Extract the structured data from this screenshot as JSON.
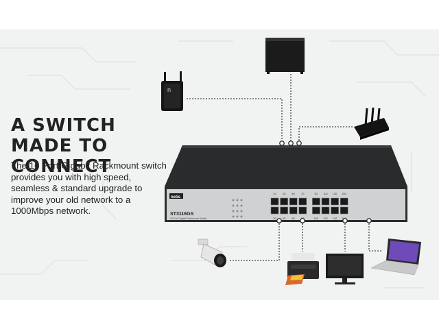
{
  "headline": "A SWITCH MADE TO CONNECT",
  "description": "The 16 Port Gigabit Rackmount switch provides you with high speed, seamless & standard upgrade to improve your old network to a 1000Mbps network.",
  "switch": {
    "brand": "netis",
    "model": "ST3116GS",
    "subtitle": "16 Port Gigabit Rackmount Switch",
    "ports_top": [
      "1G",
      "3G",
      "5G",
      "7G",
      "9G",
      "11G",
      "13G",
      "15G"
    ],
    "ports_bottom": [
      "2G",
      "4G",
      "6G",
      "8G",
      "10G",
      "12G",
      "14G",
      "16G"
    ]
  },
  "devices": {
    "top": [
      "range-extender",
      "subwoofer-speaker",
      "wifi-router"
    ],
    "bottom": [
      "security-camera",
      "printer",
      "monitor",
      "laptop"
    ]
  },
  "colors": {
    "background": "#f1f2f2",
    "text": "#222222",
    "switch_body": "#2a2b2d",
    "front_panel": "#cfd1d3"
  }
}
